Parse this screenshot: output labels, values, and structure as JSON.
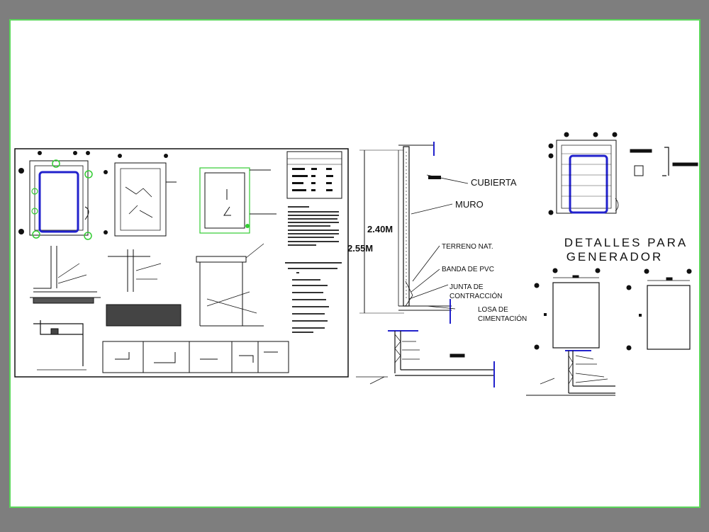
{
  "section_labels": {
    "cubierta": "CUBIERTA",
    "muro": "MURO",
    "terreno": "TERRENO NAT.",
    "banda": "BANDA DE PVC",
    "junta_1": "JUNTA DE",
    "junta_2": "CONTRACCIÓN",
    "losa_1": "LOSA DE",
    "losa_2": "CIMENTACIÓN"
  },
  "dimensions": {
    "inner_height": "2.40M",
    "outer_height": "2.55M"
  },
  "generator_title": {
    "line1": "DETALLES PARA",
    "line2": "GENERADOR"
  },
  "colors": {
    "background": "#7e7e7e",
    "sheet": "#ffffff",
    "sheet_border": "#5bd65b",
    "linework": "#111111",
    "accent_blue": "#2222cc",
    "accent_green": "#33cc33"
  }
}
